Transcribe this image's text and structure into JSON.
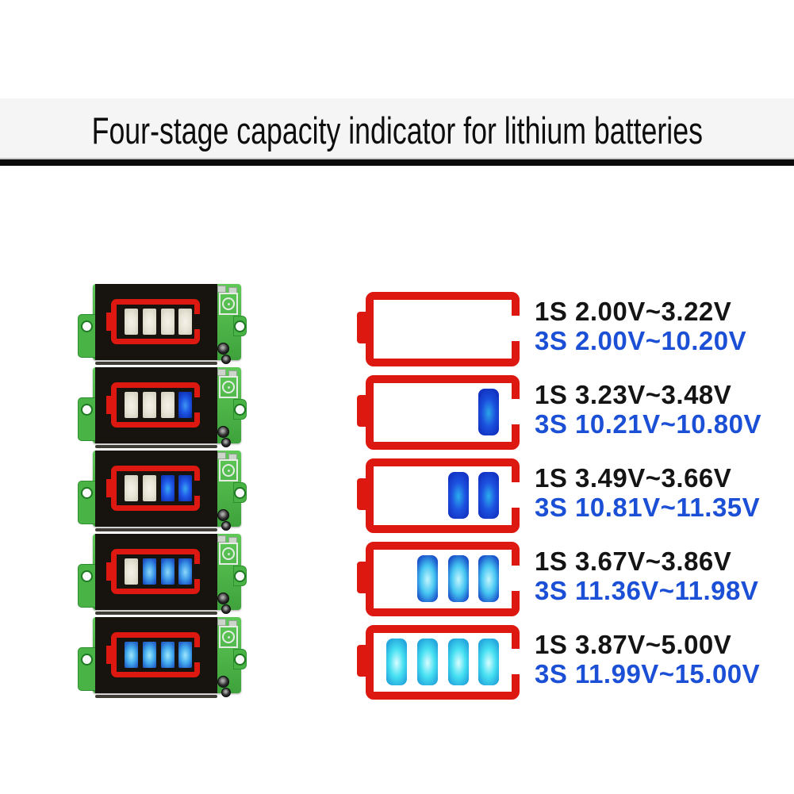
{
  "title": "Four-stage capacity indicator for lithium batteries",
  "colors": {
    "accent_red": "#dd1810",
    "label_blue": "#1b50d6",
    "label_black": "#141414",
    "pcb_green": "#4cb848",
    "panel_black": "#17130e",
    "title_band": "#f5f5f5"
  },
  "module_segment_unlit": {
    "center": "#f4f1e8",
    "mid": "#e9e5d8",
    "edge": "#d9d5c5"
  },
  "stages": [
    {
      "lit_segments": 0,
      "total_segments": 4,
      "label_1s": "1S 2.00V~3.22V",
      "label_3s": "3S 2.00V~10.20V",
      "diagram_segment": {
        "center": "#ffffff",
        "mid": "#ffffff",
        "edge": "#ffffff"
      },
      "module_segment_lit": {
        "center": "#f4f1e8",
        "mid": "#e9e5d8",
        "edge": "#d9d5c5"
      }
    },
    {
      "lit_segments": 1,
      "total_segments": 4,
      "label_1s": "1S 3.23V~3.48V",
      "label_3s": "3S 10.21V~10.80V",
      "diagram_segment": {
        "center": "#2da4ea",
        "mid": "#1a50dd",
        "edge": "#1232c0"
      },
      "module_segment_lit": {
        "center": "#3f97f2",
        "mid": "#1c55e2",
        "edge": "#0f35b8"
      }
    },
    {
      "lit_segments": 2,
      "total_segments": 4,
      "label_1s": "1S 3.49V~3.66V",
      "label_3s": "3S 10.81V~11.35V",
      "diagram_segment": {
        "center": "#2badee",
        "mid": "#1d52e0",
        "edge": "#1334c4"
      },
      "module_segment_lit": {
        "center": "#38a8f0",
        "mid": "#2058e8",
        "edge": "#1138bc"
      }
    },
    {
      "lit_segments": 3,
      "total_segments": 4,
      "label_1s": "1S 3.67V~3.86V",
      "label_3s": "3S 11.36V~11.98V",
      "diagram_segment": {
        "center": "#c2f6fe",
        "mid": "#45c5f2",
        "edge": "#1b56cc"
      },
      "module_segment_lit": {
        "center": "#8fd8fa",
        "mid": "#3e9ae8",
        "edge": "#1d55c8"
      }
    },
    {
      "lit_segments": 4,
      "total_segments": 4,
      "label_1s": "1S 3.87V~5.00V",
      "label_3s": "3S 11.99V~15.00V",
      "diagram_segment": {
        "center": "#d8fdff",
        "mid": "#46e0f2",
        "edge": "#25a8dd"
      },
      "module_segment_lit": {
        "center": "#9fe6fc",
        "mid": "#46aeee",
        "edge": "#2566cc"
      }
    }
  ]
}
